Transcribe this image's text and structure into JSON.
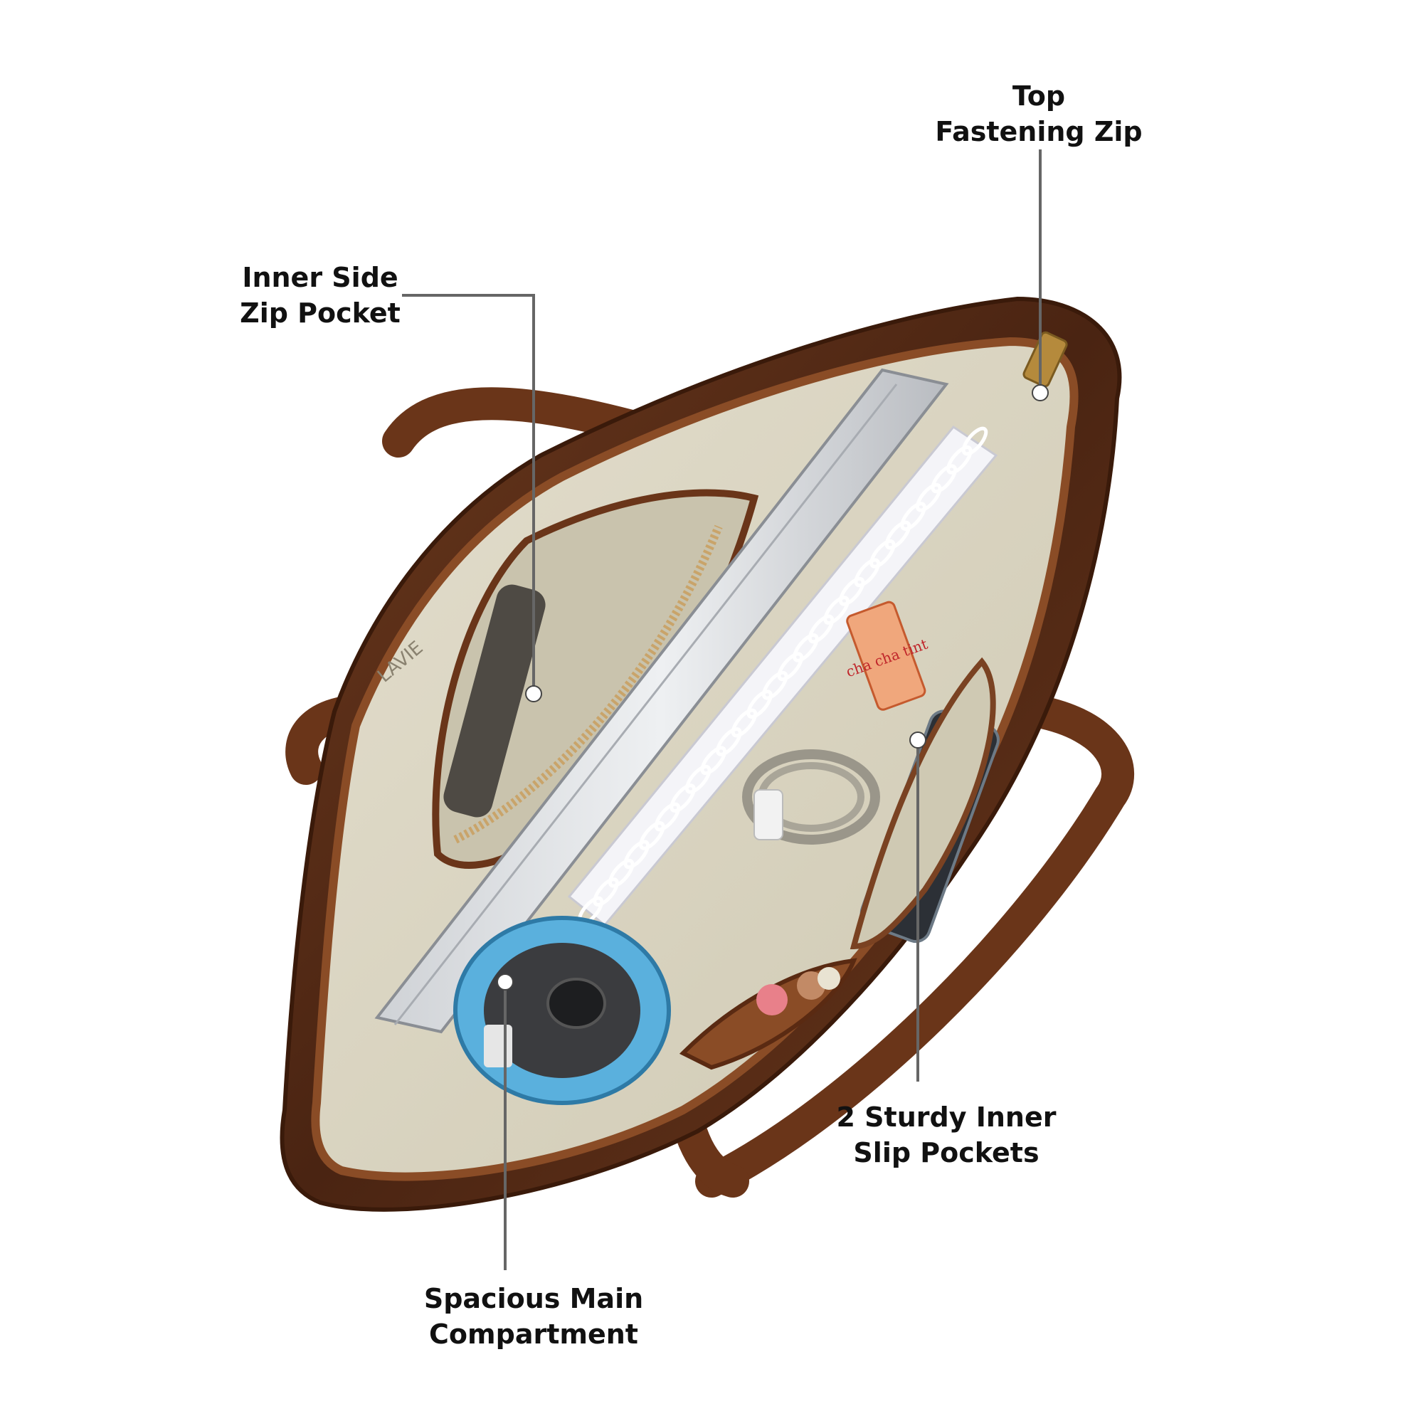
{
  "callouts": {
    "top_zip": {
      "line1": "Top",
      "line2": "Fastening Zip"
    },
    "inner_side": {
      "line1": "Inner Side",
      "line2": "Zip Pocket"
    },
    "main": {
      "line1": "Spacious Main",
      "line2": "Compartment"
    },
    "slip": {
      "line1": "2 Sturdy Inner",
      "line2": "Slip Pockets"
    }
  },
  "brand": {
    "lining_logo": "LAVIE",
    "lip_tint": "cha cha tint"
  },
  "colors": {
    "leather": "#5e2e15",
    "leather_light": "#7a4222",
    "lining": "#d8d2c0",
    "leader": "#666666",
    "dot": "#ffffff"
  }
}
